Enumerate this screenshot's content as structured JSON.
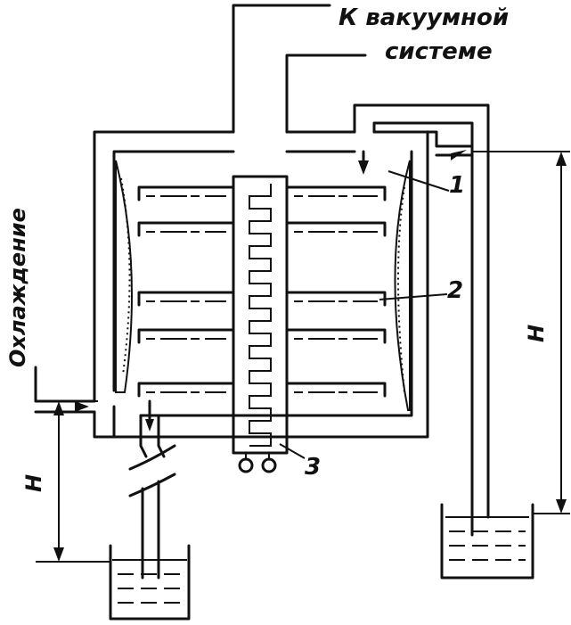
{
  "labels": {
    "vacuum_line1": "К вакуумной",
    "vacuum_line2": "системе",
    "cooling": "Охлаждение",
    "h_left": "H",
    "h_right": "H",
    "num_1": "1",
    "num_2": "2",
    "num_3": "3"
  },
  "colors": {
    "ink": "#111111",
    "background": "#ffffff"
  }
}
